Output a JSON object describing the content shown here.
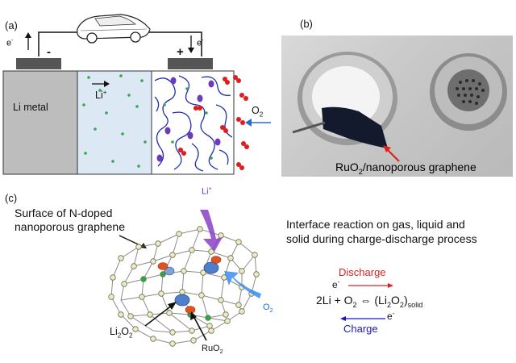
{
  "panel_a": {
    "label": "(a)",
    "electron_left": "e",
    "electron_right": "e",
    "electron_sup": "-",
    "neg_terminal": "-",
    "pos_terminal": "+",
    "anode": "Li metal",
    "li_ion": "Li",
    "li_ion_sup": "+",
    "oxygen": "O",
    "oxygen_sub": "2"
  },
  "panel_b": {
    "label": "(b)",
    "caption_pre": "RuO",
    "caption_sub": "2",
    "caption_post": "/nanoporous graphene"
  },
  "panel_c": {
    "label": "(c)",
    "surface_line1": "Surface of N-doped",
    "surface_line2": "nanoporous graphene",
    "li_ion": "Li",
    "li_ion_sup": "+",
    "oxygen": "O",
    "oxygen_sub": "2",
    "li2o2_a": "Li",
    "li2o2_b": "2",
    "li2o2_c": "O",
    "li2o2_d": "2",
    "ruo2_a": "RuO",
    "ruo2_b": "2"
  },
  "reaction": {
    "description_line1": "Interface reaction on gas, liquid and",
    "description_line2": "solid during charge-discharge process",
    "discharge": "Discharge",
    "charge": "Charge",
    "electron": "e",
    "electron_sup": "-",
    "eq_left": "2Li + O",
    "eq_left_sub": "2",
    "eq_arrow": " ⇔ (Li",
    "eq_mid_sub": "2",
    "eq_o": "O",
    "eq_o_sub": "2",
    "eq_close": ")",
    "eq_state": "solid"
  },
  "colors": {
    "ion_green": "#2fa84f",
    "oxygen_red": "#e21b1b",
    "discharge_red": "#e02020",
    "charge_blue": "#1a1ab3",
    "electrolyte": "#dde8f5",
    "anode_gray": "#bdbdbd"
  }
}
